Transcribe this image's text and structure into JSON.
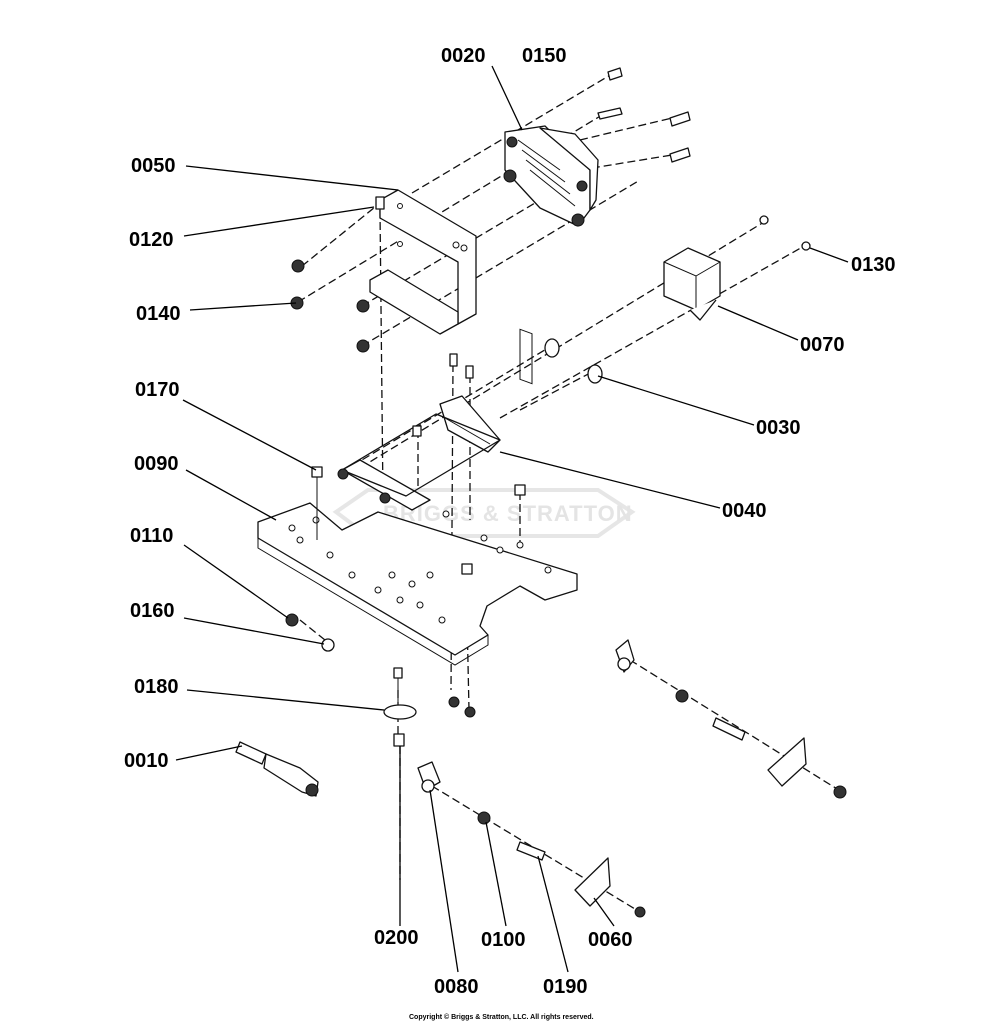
{
  "labels": {
    "p0020": "0020",
    "p0150": "0150",
    "p0050": "0050",
    "p0120": "0120",
    "p0140": "0140",
    "p0130": "0130",
    "p0070": "0070",
    "p0030": "0030",
    "p0170": "0170",
    "p0090": "0090",
    "p0040": "0040",
    "p0110": "0110",
    "p0160": "0160",
    "p0180": "0180",
    "p0010": "0010",
    "p0200": "0200",
    "p0100": "0100",
    "p0060": "0060",
    "p0080": "0080",
    "p0190": "0190"
  },
  "watermark": "BRIGGS & STRATTON",
  "copyright": "Copyright © Briggs & Stratton, LLC. All rights reserved."
}
